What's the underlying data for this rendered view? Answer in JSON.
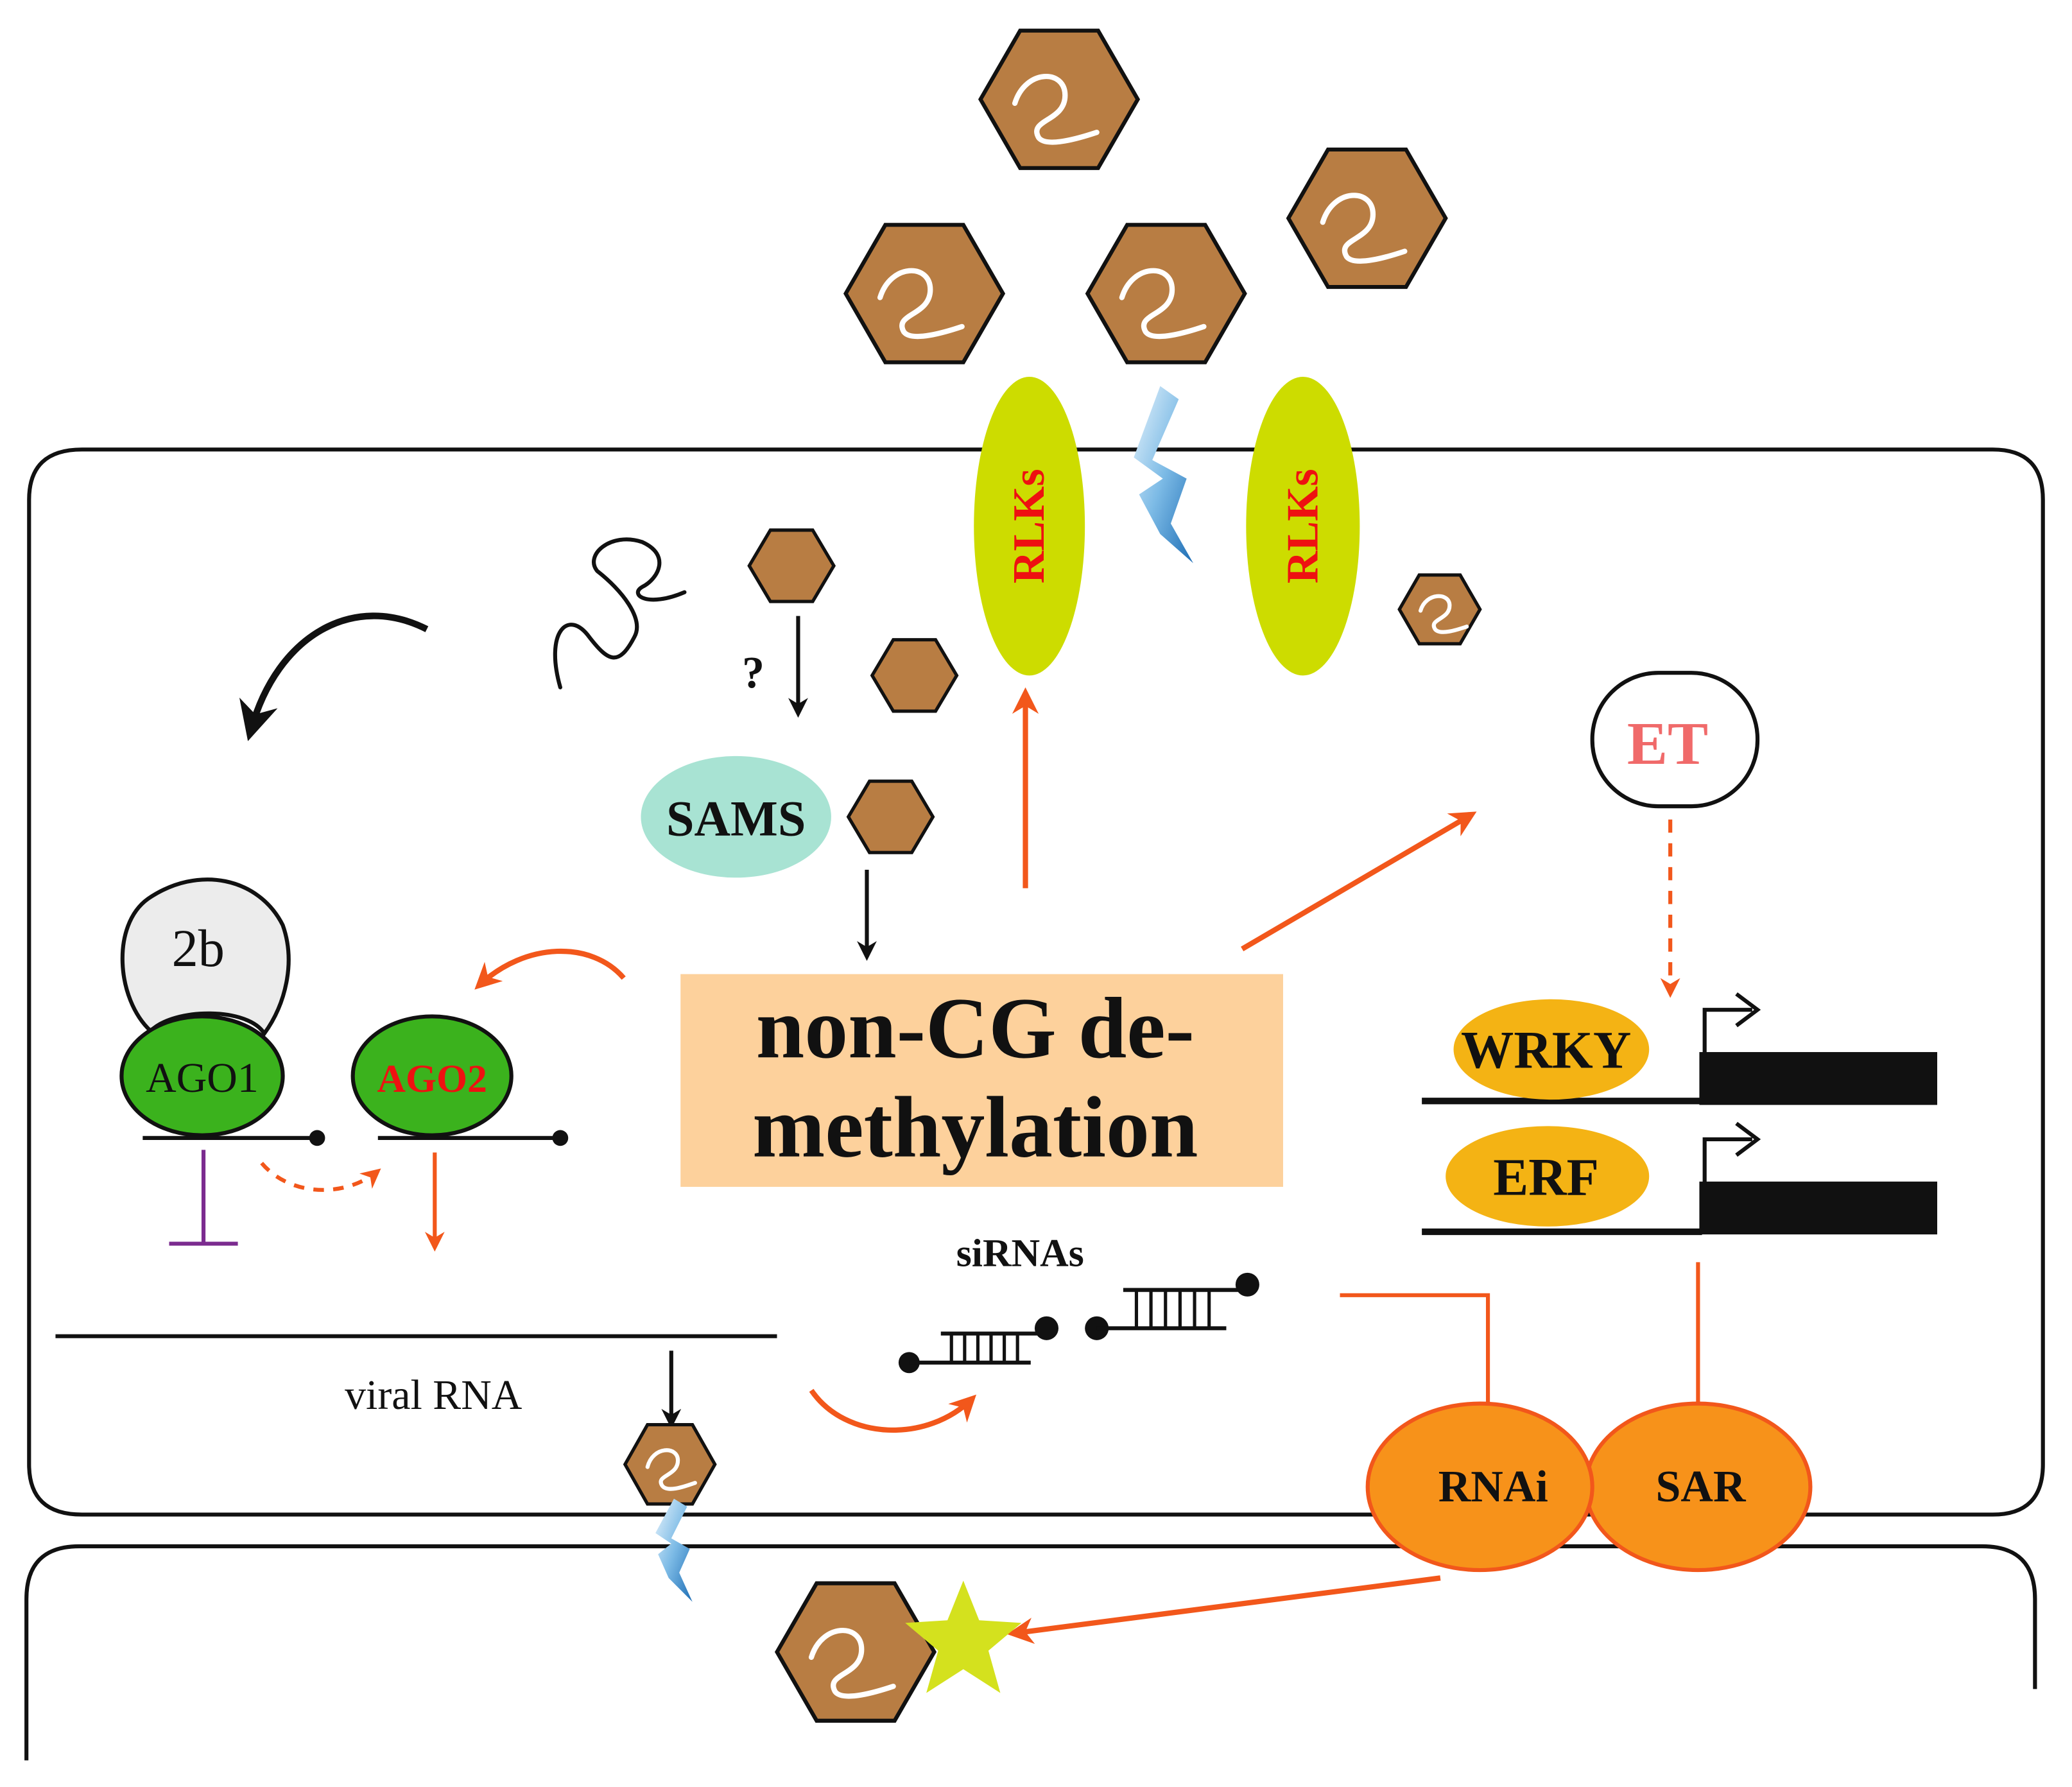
{
  "labels": {
    "rlk_left": "RLKs",
    "rlk_right": "RLKs",
    "question": "?",
    "sams": "SAMS",
    "protein_2b": "2b",
    "ago1": "AGO1",
    "ago2": "AGO2",
    "center_line1": "non-CG de-",
    "center_line2": "methylation",
    "et": "ET",
    "wrky": "WRKY",
    "erf": "ERF",
    "sirnas": "siRNAs",
    "viral_rna": "viral RNA",
    "rnai": "RNAi",
    "sar": "SAR"
  },
  "colors": {
    "virion_fill": "#b87d43",
    "rlk_fill": "#cddc00",
    "rlk_text": "#ee1111",
    "sams_fill": "#a8e3d3",
    "ago_fill": "#3bb21d",
    "ago2_text": "#ee1111",
    "protein_2b_fill": "#ececec",
    "center_box_fill": "#fdd19c",
    "et_text": "#f06a6a",
    "tf_fill": "#f4b314",
    "rnai_sar_fill": "#f7921a",
    "orange_arrow": "#f2571b",
    "inhibit_line": "#7b2b8f",
    "star_fill": "#d4e11e",
    "lightning": "#3a8fd0"
  },
  "icons": [
    "virion-hexagon-icon",
    "lightning-icon",
    "star-icon",
    "inhibition-bar-icon",
    "sirna-duplex-icon",
    "transcription-start-arrow-icon"
  ]
}
